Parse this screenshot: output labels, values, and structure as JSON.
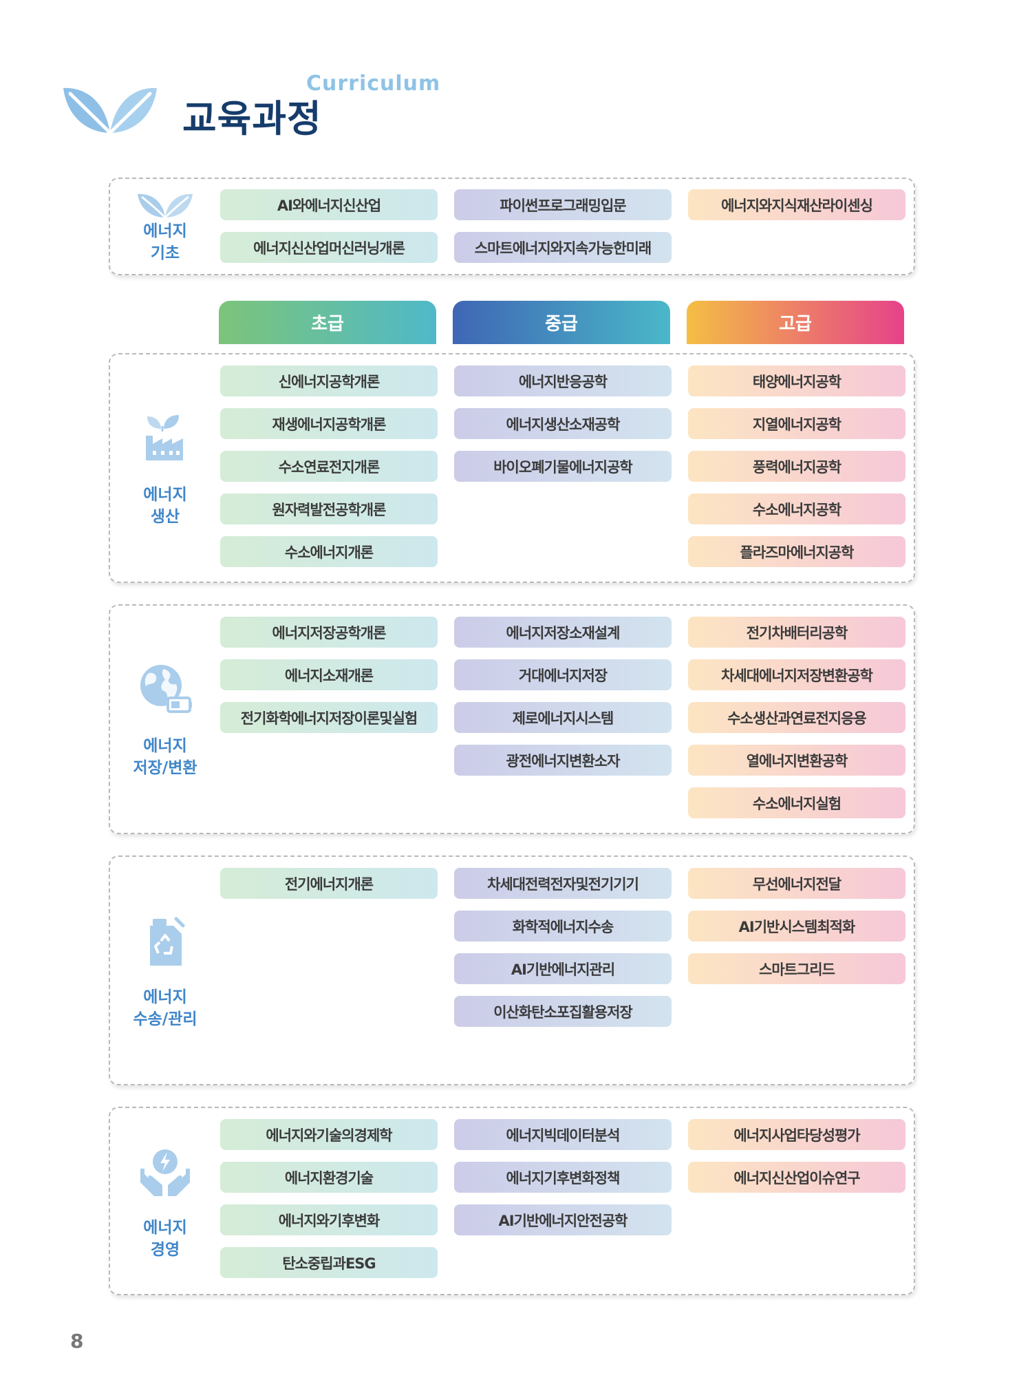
{
  "header": {
    "title": "교육과정",
    "subtitle": "Curriculum"
  },
  "levels": [
    "초급",
    "중급",
    "고급"
  ],
  "sections": {
    "basic": {
      "label": [
        "에너지",
        "기초"
      ],
      "col1": [
        "AI와에너지신산업",
        "에너지신산업머신러닝개론"
      ],
      "col2": [
        "파이썬프로그래밍입문",
        "스마트에너지와지속가능한미래"
      ],
      "col3": [
        "에너지와지식재산라이센싱"
      ]
    },
    "production": {
      "label": [
        "에너지",
        "생산"
      ],
      "col1": [
        "신에너지공학개론",
        "재생에너지공학개론",
        "수소연료전지개론",
        "원자력발전공학개론",
        "수소에너지개론"
      ],
      "col2": [
        "에너지반응공학",
        "에너지생산소재공학",
        "바이오폐기물에너지공학"
      ],
      "col3": [
        "태양에너지공학",
        "지열에너지공학",
        "풍력에너지공학",
        "수소에너지공학",
        "플라즈마에너지공학"
      ]
    },
    "storage": {
      "label": [
        "에너지",
        "저장/변환"
      ],
      "col1": [
        "에너지저장공학개론",
        "에너지소재개론",
        "전기화학에너지저장이론및실험"
      ],
      "col2": [
        "에너지저장소재설계",
        "거대에너지저장",
        "제로에너지시스템",
        "광전에너지변환소자"
      ],
      "col3": [
        "전기차배터리공학",
        "차세대에너지저장변환공학",
        "수소생산과연료전지응용",
        "열에너지변환공학",
        "수소에너지실험"
      ]
    },
    "transport": {
      "label": [
        "에너지",
        "수송/관리"
      ],
      "col1": [
        "전기에너지개론"
      ],
      "col2": [
        "차세대전력전자및전기기기",
        "화학적에너지수송",
        "AI기반에너지관리",
        "이산화탄소포집활용저장"
      ],
      "col3": [
        "무선에너지전달",
        "AI기반시스템최적화",
        "스마트그리드"
      ]
    },
    "management": {
      "label": [
        "에너지",
        "경영"
      ],
      "col1": [
        "에너지와기술의경제학",
        "에너지환경기술",
        "에너지와기후변화",
        "탄소중립과ESG"
      ],
      "col2": [
        "에너지빅데이터분석",
        "에너지기후변화정책",
        "AI기반에너지안전공학"
      ],
      "col3": [
        "에너지사업타당성평가",
        "에너지신산업이슈연구"
      ]
    }
  },
  "page_number": "8",
  "icons": [
    "leaf-icon",
    "factory-leaf-icon",
    "globe-battery-icon",
    "recycle-tank-icon",
    "hands-energy-icon"
  ],
  "colors": {
    "title": "#163c6b",
    "subtitle": "#8fc3e6",
    "label": "#3f86c9",
    "icon": "#a9cdeb"
  }
}
